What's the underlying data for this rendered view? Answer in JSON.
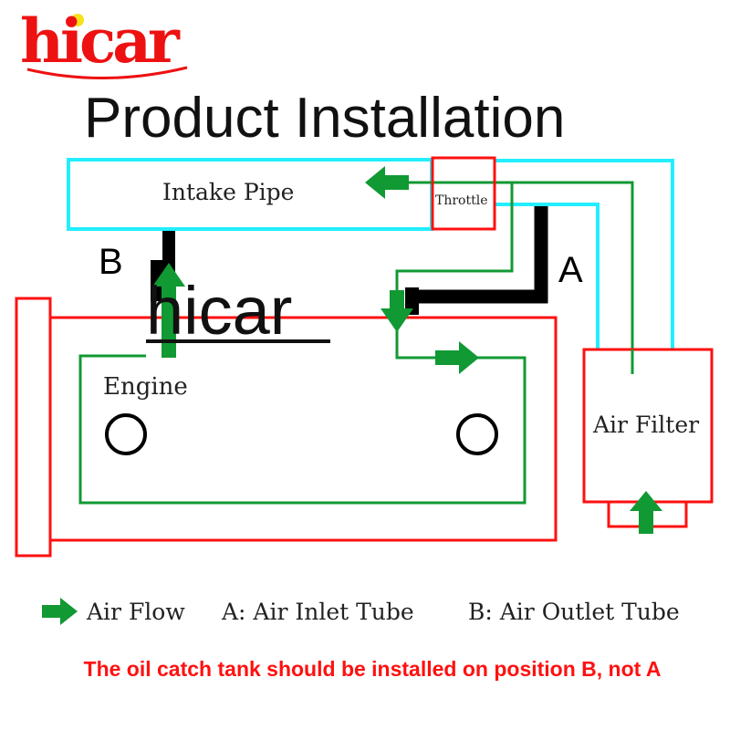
{
  "title": "Product Installation",
  "logo": {
    "text": "hicar"
  },
  "watermark": "hicar",
  "labels": {
    "intake_pipe": "Intake Pipe",
    "throttle": "Throttle",
    "engine": "Engine",
    "air_filter": "Air Filter",
    "a": "A",
    "b": "B"
  },
  "legend": {
    "air_flow": "Air Flow",
    "a_desc": "A: Air Inlet Tube",
    "b_desc": "B: Air Outlet Tube"
  },
  "note": "The oil catch tank should be installed on position B, not A",
  "colors": {
    "red": "#ff1010",
    "cyan": "#22eeff",
    "green": "#119933",
    "black": "#000000"
  }
}
